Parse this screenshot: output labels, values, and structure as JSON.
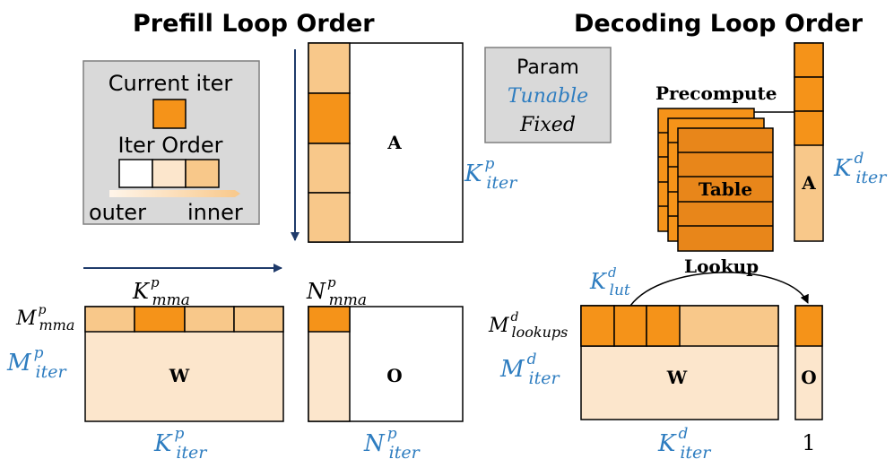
{
  "titles": {
    "prefill": "Prefill Loop Order",
    "decoding": "Decoding Loop Order"
  },
  "legend": {
    "current_iter": "Current iter",
    "iter_order": "Iter Order",
    "outer": "outer",
    "inner": "inner"
  },
  "param_box": {
    "param": "Param",
    "tunable": "Tunable",
    "fixed": "Fixed"
  },
  "blocks": {
    "a": "A",
    "w": "W",
    "o": "O",
    "table": "Table"
  },
  "actions": {
    "precompute": "Precompute",
    "lookup": "Lookup"
  },
  "symbols": {
    "K": "K",
    "M": "M",
    "N": "N",
    "sup_p": "p",
    "sup_d": "d",
    "sub_iter": "iter",
    "sub_mma": "mma",
    "sub_lut": "lut",
    "sub_lookups": "lookups"
  },
  "page_number": "1",
  "colors": {
    "current": "#F59319",
    "mid": "#F8C88A",
    "light": "#FCE6CC",
    "table_dark": "#E8861A",
    "arrow": "#1F3B6B",
    "tunable": "#2E7DC0",
    "legend_bg": "#D9D9D9"
  }
}
